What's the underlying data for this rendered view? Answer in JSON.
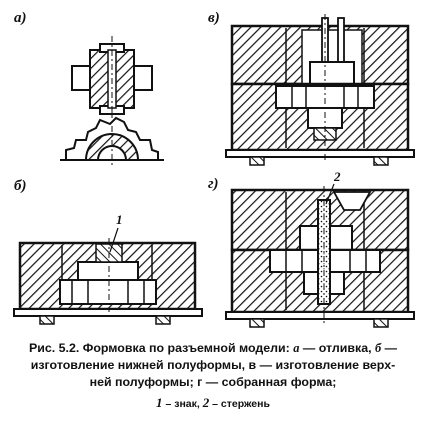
{
  "figure": {
    "panels": [
      {
        "id": "a",
        "label": "а)",
        "description": "отливка"
      },
      {
        "id": "b",
        "label": "б)",
        "description": "изготовление нижней полуформы"
      },
      {
        "id": "v",
        "label": "в)",
        "description": "изготовление верхней полуформы"
      },
      {
        "id": "g",
        "label": "г)",
        "description": "собранная форма"
      }
    ],
    "callouts": [
      {
        "number": "1",
        "meaning": "знак"
      },
      {
        "number": "2",
        "meaning": "стержень"
      }
    ]
  },
  "caption": {
    "prefix": "Рис. 5.2. Формовка по разъемной модели: ",
    "letter_a": "а",
    "text_a": " — отливка, ",
    "letter_b": "б",
    "text_b_line1": " —",
    "line2": "изготовление нижней полуформы, в — изготовление верх-",
    "line3": "ней полуформы; г — собранная форма;",
    "legend_num1": "1",
    "legend_text1": " – знак, ",
    "legend_num2": "2",
    "legend_text2": " – стержень"
  }
}
